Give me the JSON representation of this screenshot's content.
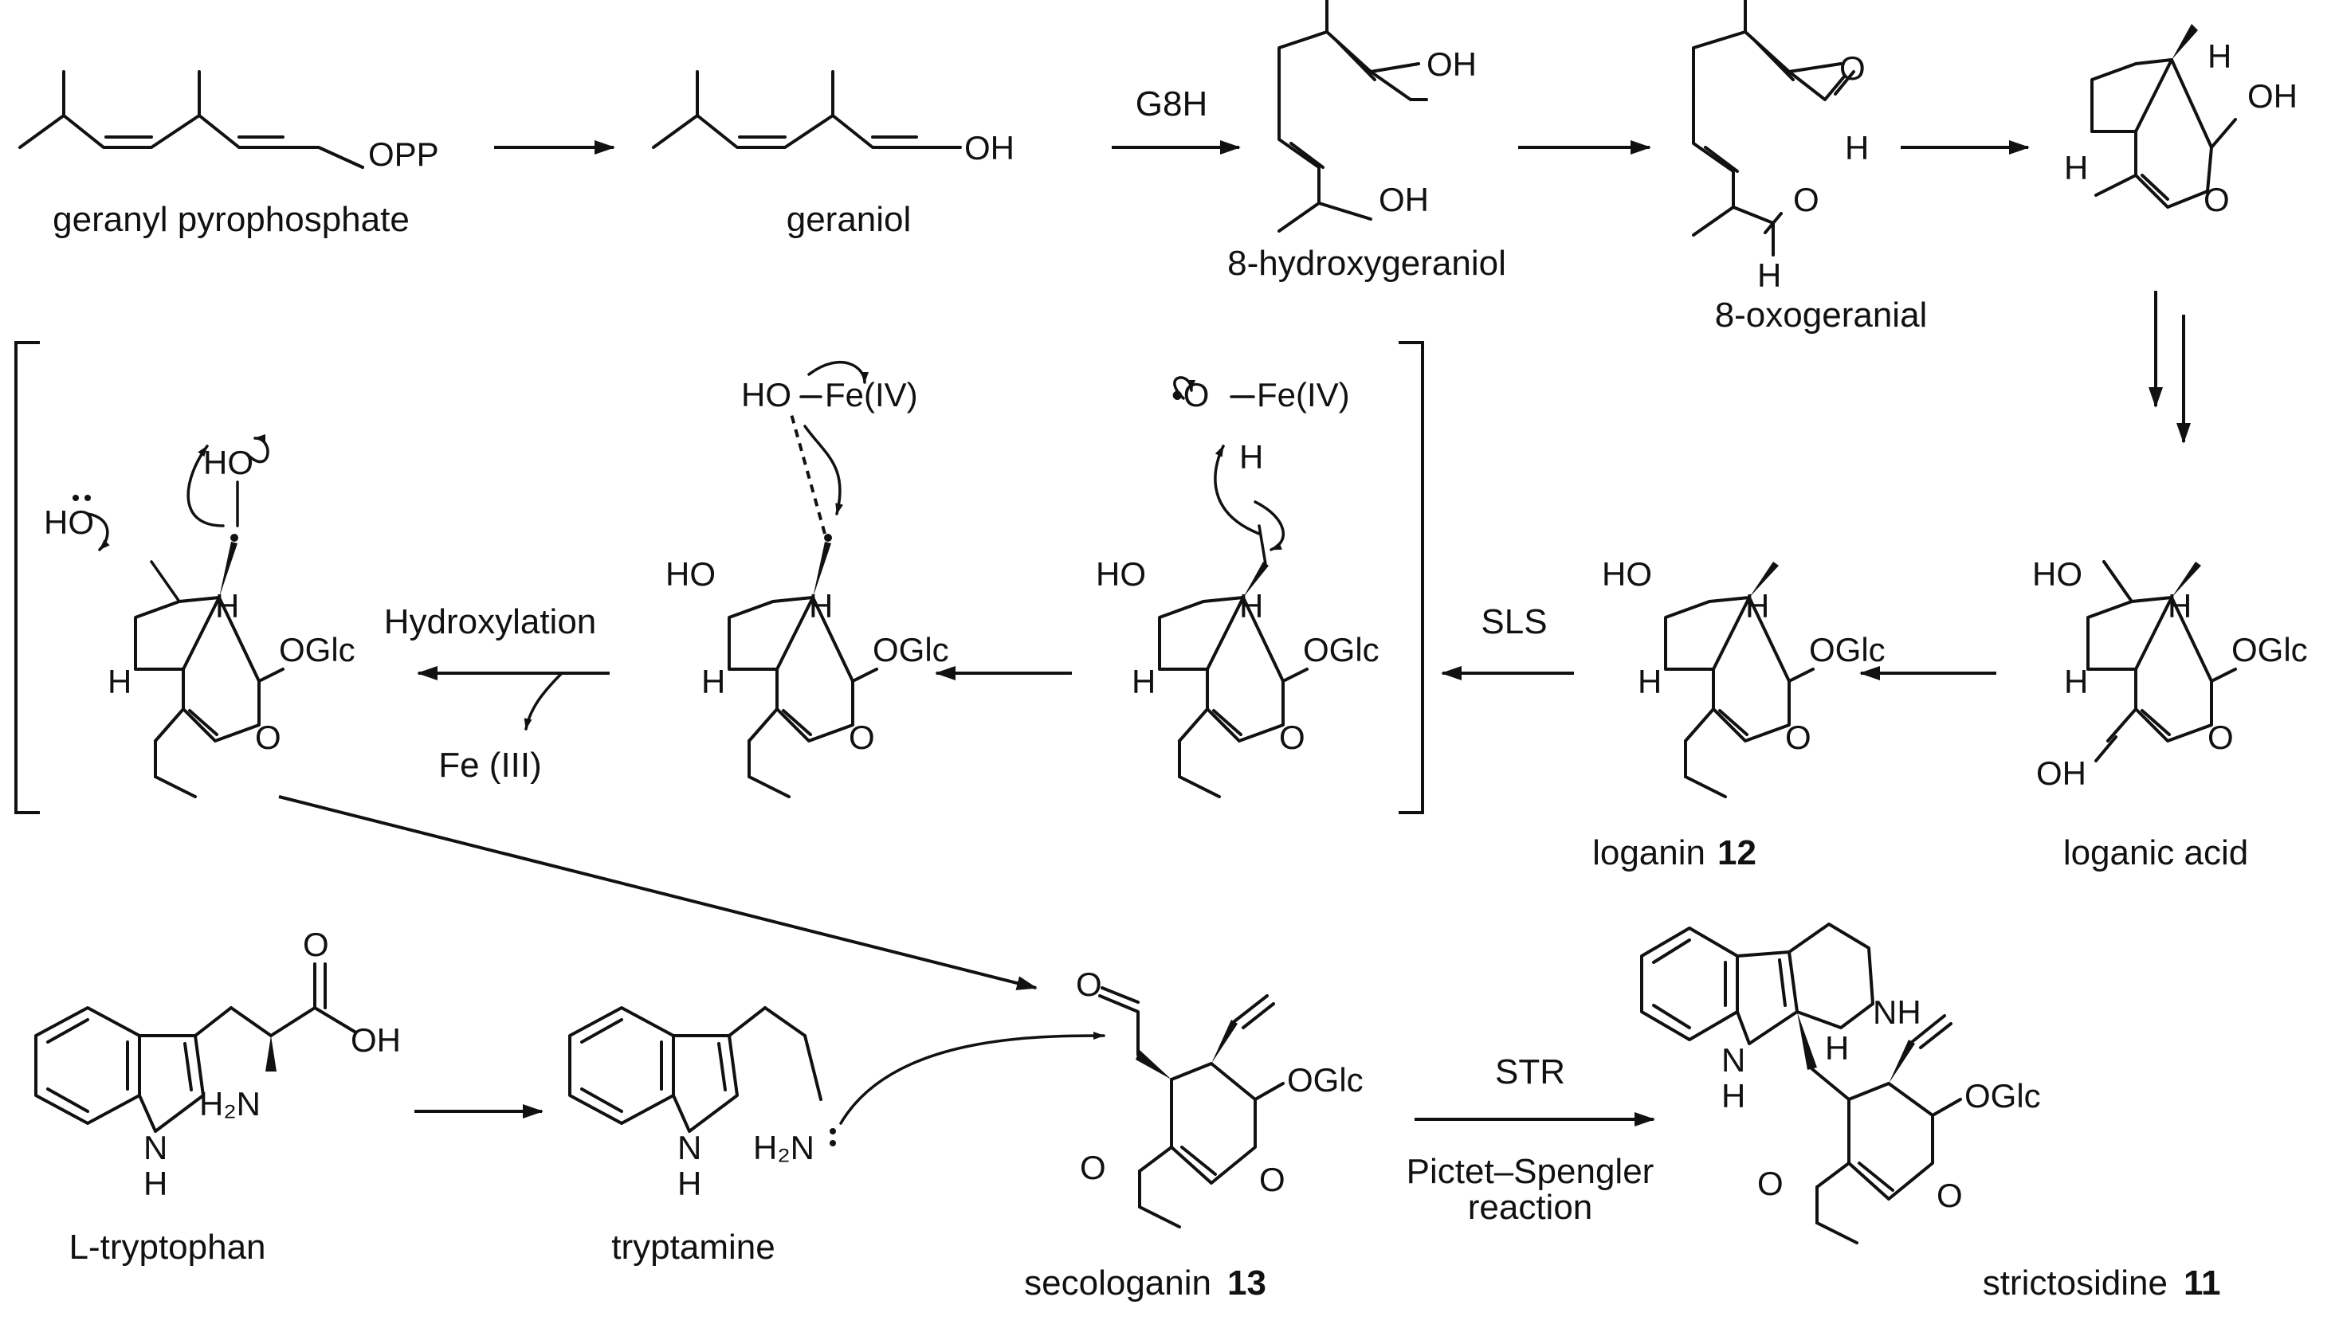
{
  "labels": {
    "geranyl_pp": "geranyl pyrophosphate",
    "geraniol": "geraniol",
    "hydroxygeraniol": "8-hydroxygeraniol",
    "oxogeranial": "8-oxogeranial",
    "loganin": "loganin",
    "loganin_num": "12",
    "loganic_acid": "loganic acid",
    "tryptophan": "L-tryptophan",
    "tryptamine": "tryptamine",
    "secologanin": "secologanin",
    "secologanin_num": "13",
    "strictosidine": "strictosidine",
    "strictosidine_num": "11"
  },
  "enzymes": {
    "g8h": "G8H",
    "sls": "SLS",
    "str": "STR",
    "hydroxylation": "Hydroxylation",
    "fe3": "Fe (III)",
    "pictet_line1": "Pictet–Spengler",
    "pictet_line2": "reaction"
  },
  "atoms": {
    "opp": "OPP",
    "oh": "OH",
    "ho": "HO",
    "h": "H",
    "o": "O",
    "oglc": "OGlc",
    "fe4": "Fe(IV)",
    "ho_fe": "HO",
    "radical_o": "•O",
    "h2n": "H₂N",
    "nh": "NH",
    "n": "N"
  }
}
